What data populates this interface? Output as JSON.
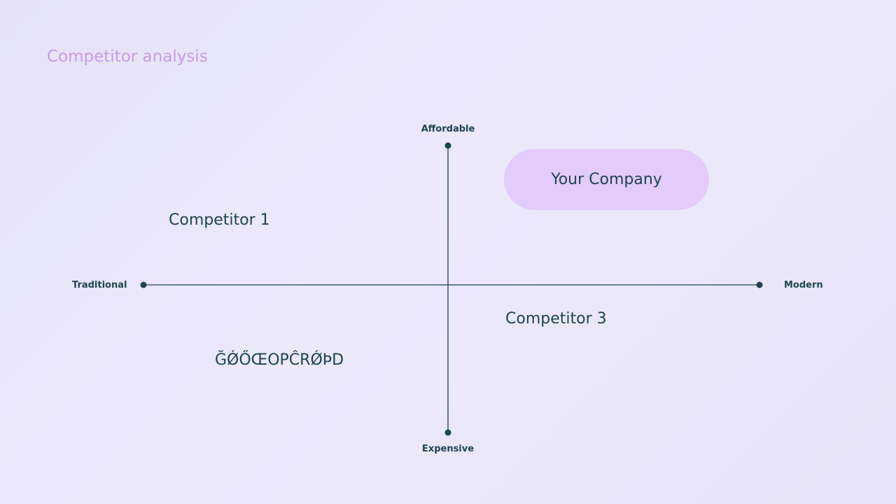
{
  "slide": {
    "title": "Competitor analysis"
  },
  "axes": {
    "top_label": "Affordable",
    "bottom_label": "Expensive",
    "left_label": "Traditional",
    "right_label": "Modern"
  },
  "companies": {
    "competitor_1": "Competitor 1",
    "competitor_2": "ĞǾŐŒOPĈRǾÞD",
    "competitor_3": "Competitor 3",
    "your_company": "Your Company"
  },
  "colors": {
    "background": "#e8e6f8",
    "title": "#c79be6",
    "text": "#1f4452",
    "axis": "#1f4452",
    "highlight_pill": "#e3cbfb"
  }
}
